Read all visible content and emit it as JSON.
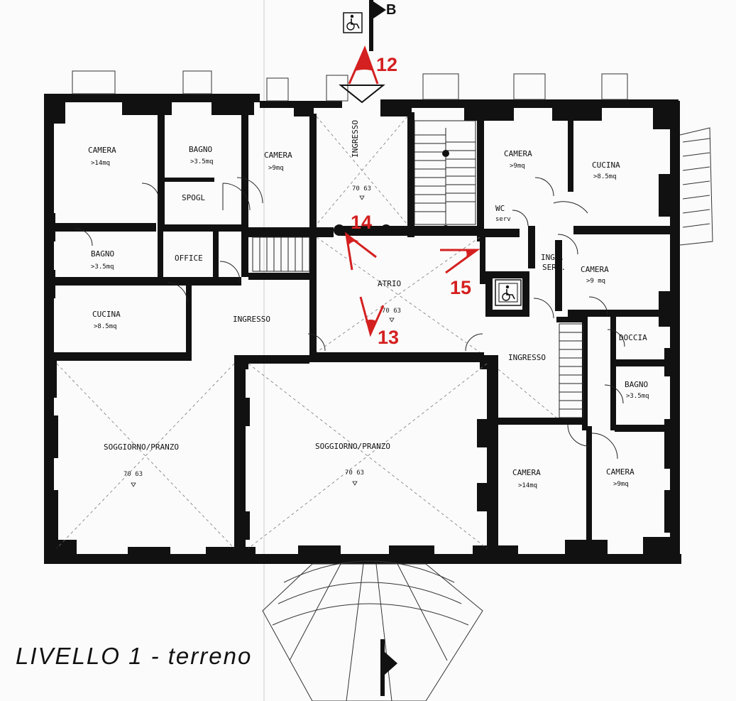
{
  "title": "LIVELLO 1 - terreno",
  "section_marker": "B",
  "rooms": [
    {
      "name": "CAMERA",
      "area": ">14mq"
    },
    {
      "name": "BAGNO",
      "area": ">3.5mq"
    },
    {
      "name": "CAMERA",
      "area": ">9mq"
    },
    {
      "name": "INGRESSO",
      "area": ""
    },
    {
      "name": "CAMERA",
      "area": ">9mq"
    },
    {
      "name": "CUCINA",
      "area": ">8.5mq"
    },
    {
      "name": "SPOGL",
      "area": ""
    },
    {
      "name": "WC",
      "area": "serv"
    },
    {
      "name": "BAGNO",
      "area": ">3.5mq"
    },
    {
      "name": "OFFICE",
      "area": ""
    },
    {
      "name": "ATRIO",
      "area": ""
    },
    {
      "name": "INGR.",
      "area": "SERV."
    },
    {
      "name": "CAMERA",
      "area": ">9 mq"
    },
    {
      "name": "CUCINA",
      "area": ">8.5mq"
    },
    {
      "name": "INGRESSO",
      "area": ""
    },
    {
      "name": "DOCCIA",
      "area": ""
    },
    {
      "name": "INGRESSO",
      "area": ""
    },
    {
      "name": "BAGNO",
      "area": ">3.5mq"
    },
    {
      "name": "SOGGIORNO/PRANZO",
      "area": ""
    },
    {
      "name": "SOGGIORNO/PRANZO",
      "area": ""
    },
    {
      "name": "CAMERA",
      "area": ">14mq"
    },
    {
      "name": "CAMERA",
      "area": ">9mq"
    }
  ],
  "elevations": [
    "70 63",
    "70 63",
    "70 63",
    "70 63"
  ],
  "markers": [
    {
      "number": "12"
    },
    {
      "number": "13"
    },
    {
      "number": "14"
    },
    {
      "number": "15"
    }
  ],
  "colors": {
    "wall": "#111111",
    "marker": "#d42020",
    "paper": "#fbfbfb"
  },
  "icons": [
    "wheelchair-icon",
    "wheelchair-icon"
  ]
}
